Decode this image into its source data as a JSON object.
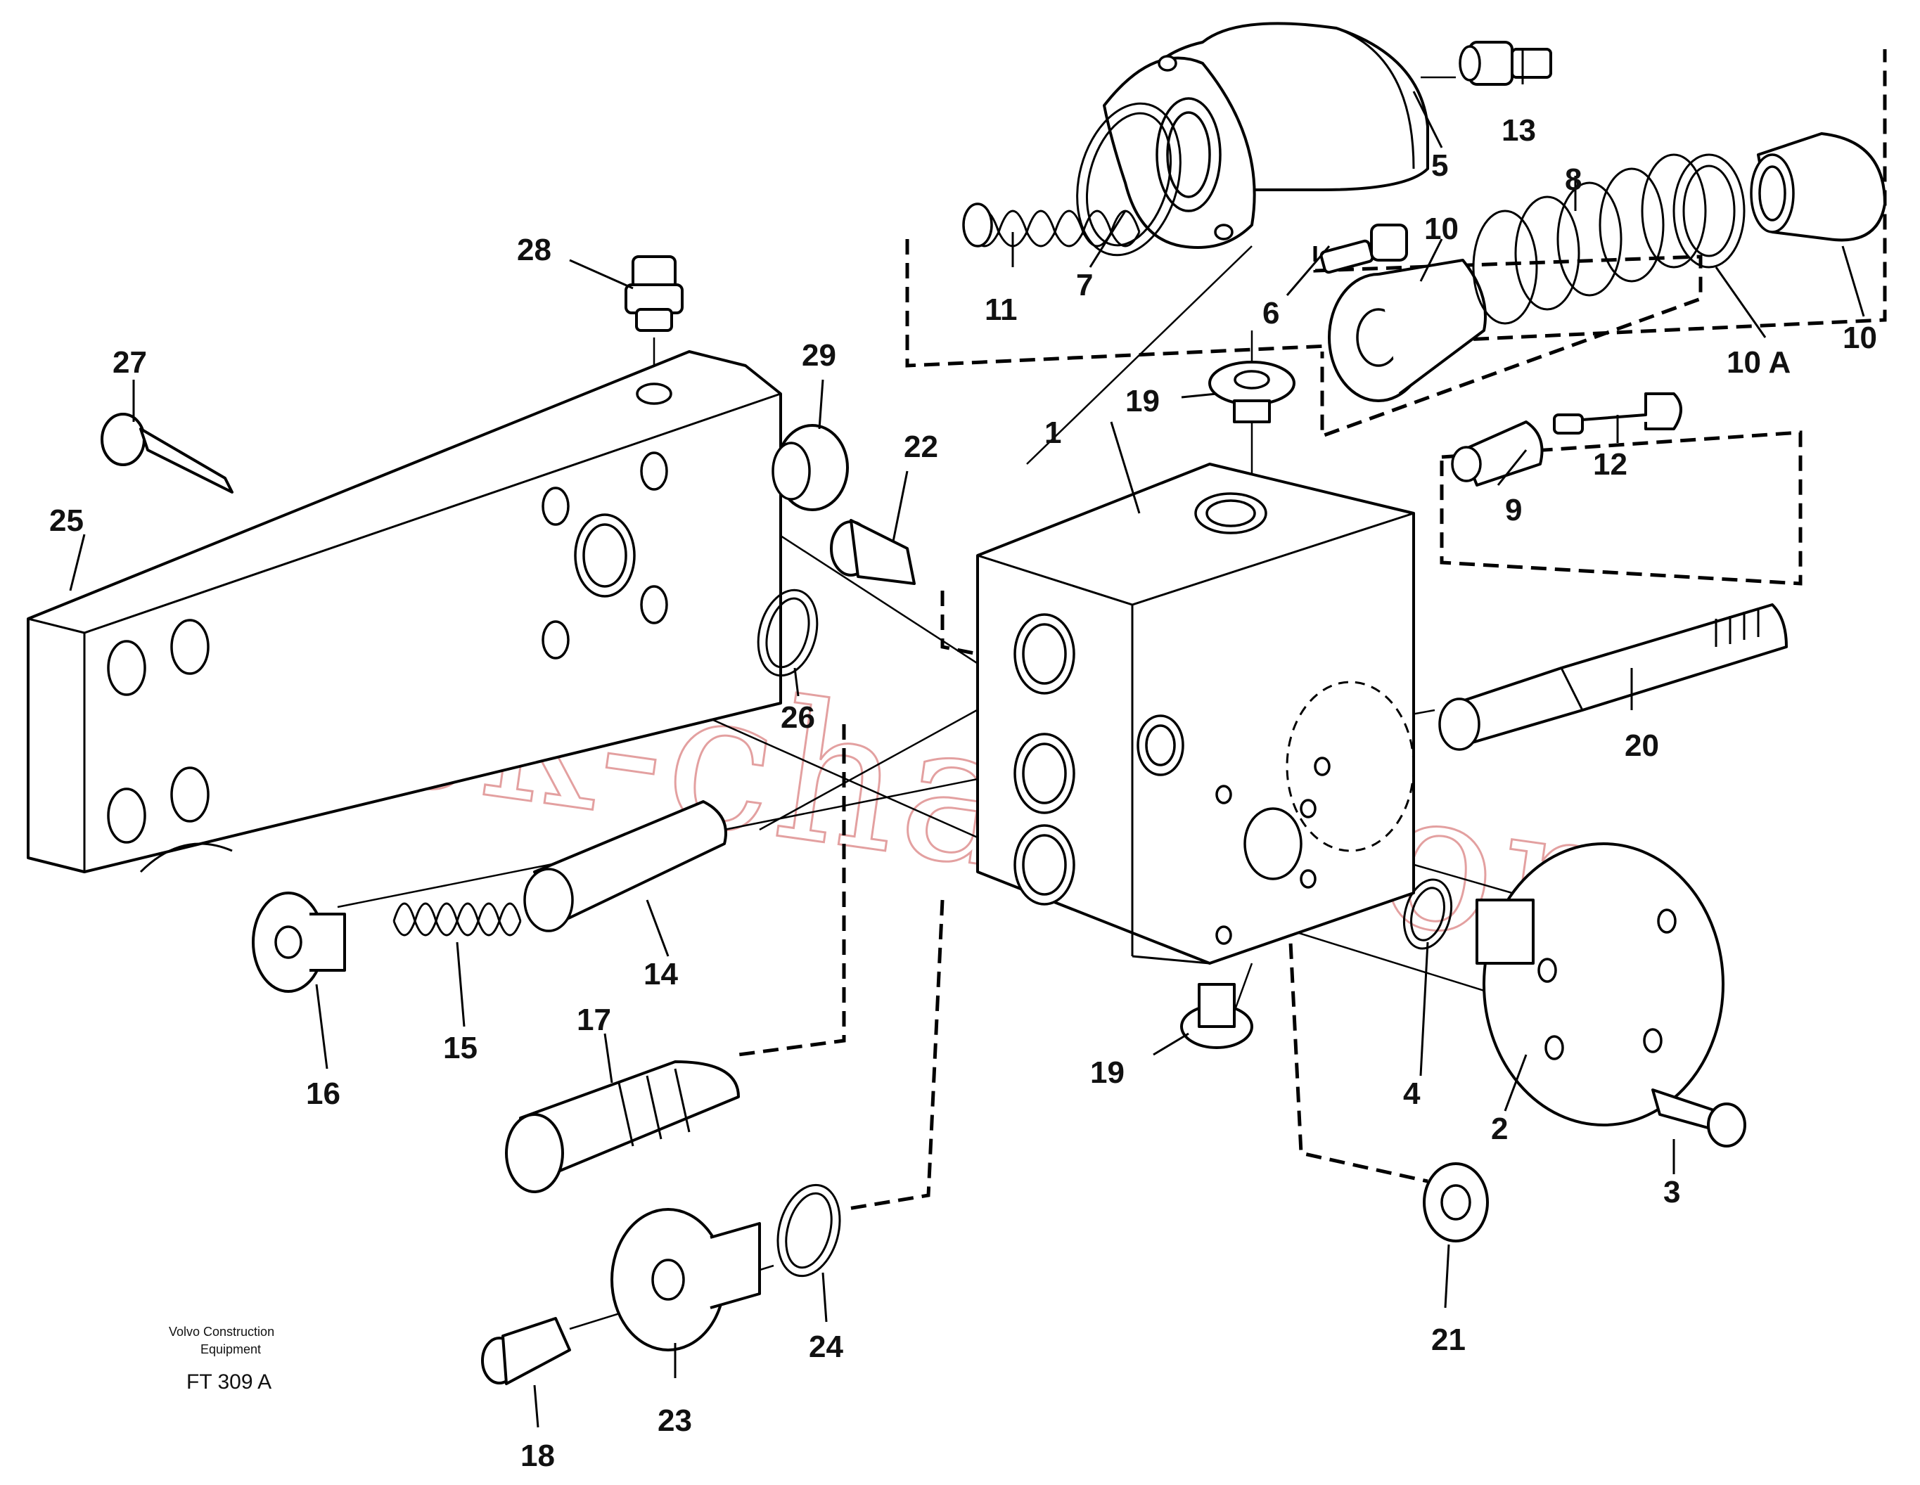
{
  "diagram": {
    "callouts": {
      "c1": "1",
      "c2": "2",
      "c3": "3",
      "c4": "4",
      "c5": "5",
      "c6": "6",
      "c7": "7",
      "c8": "8",
      "c9": "9",
      "c10a": "10",
      "c10b": "10",
      "c10A": "10 A",
      "c11": "11",
      "c12": "12",
      "c13": "13",
      "c14": "14",
      "c15": "15",
      "c16": "16",
      "c17": "17",
      "c18": "18",
      "c19a": "19",
      "c19b": "19",
      "c20": "20",
      "c21": "21",
      "c22": "22",
      "c23": "23",
      "c24": "24",
      "c25": "25",
      "c26": "26",
      "c27": "27",
      "c28": "28",
      "c29": "29"
    },
    "caption": {
      "line1": "Volvo Construction",
      "line2": "Equipment",
      "code": "FT 309 A"
    },
    "watermark": "track-chain.com"
  }
}
